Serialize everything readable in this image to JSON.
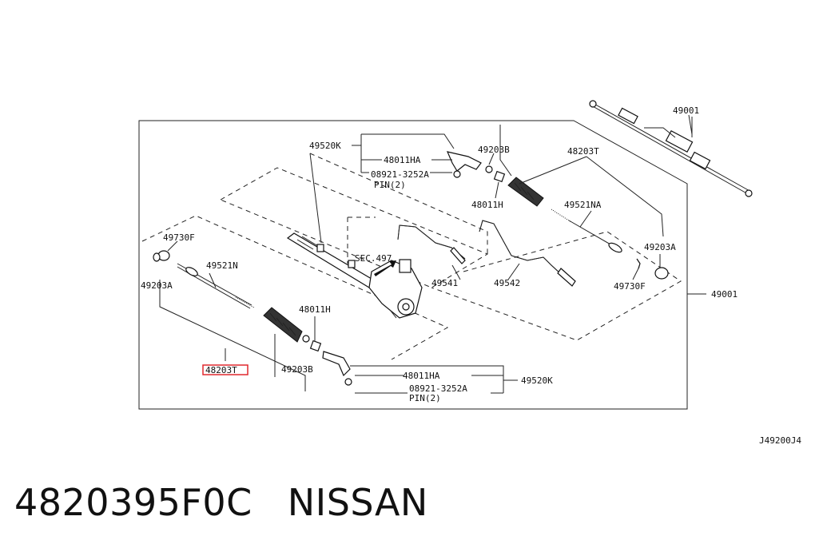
{
  "diagram": {
    "code": "J49200J4",
    "highlight_label": "48203T",
    "labels": {
      "top_right_assembly": "49001",
      "frame_right": "49001",
      "tie_rod_end_upper": "49520K",
      "nut_upper": "48011HA",
      "pin_upper": "08921-3252A",
      "pin_qty_upper": "PIN(2)",
      "clip_upper": "49203B",
      "boot_kit_upper": "48203T",
      "nut_h_upper": "48011H",
      "inner_tie_rod_upper": "49521NA",
      "clamp_upper_right": "49203A",
      "band_upper_right": "49730F",
      "band_left": "49730F",
      "inner_tie_rod_left": "49521N",
      "clamp_left": "49203A",
      "section_ref": "SEC.497",
      "tube_1": "49541",
      "tube_2": "49542",
      "nut_h_lower": "48011H",
      "clip_lower": "49203B",
      "tie_rod_end_lower": "49520K",
      "nut_lower": "48011HA",
      "pin_lower": "08921-3252A",
      "pin_qty_lower": "PIN(2)"
    }
  },
  "caption": {
    "part_number": "4820395F0C",
    "brand": "NISSAN"
  },
  "colors": {
    "highlight": "#e0282e",
    "ink": "#111111"
  }
}
